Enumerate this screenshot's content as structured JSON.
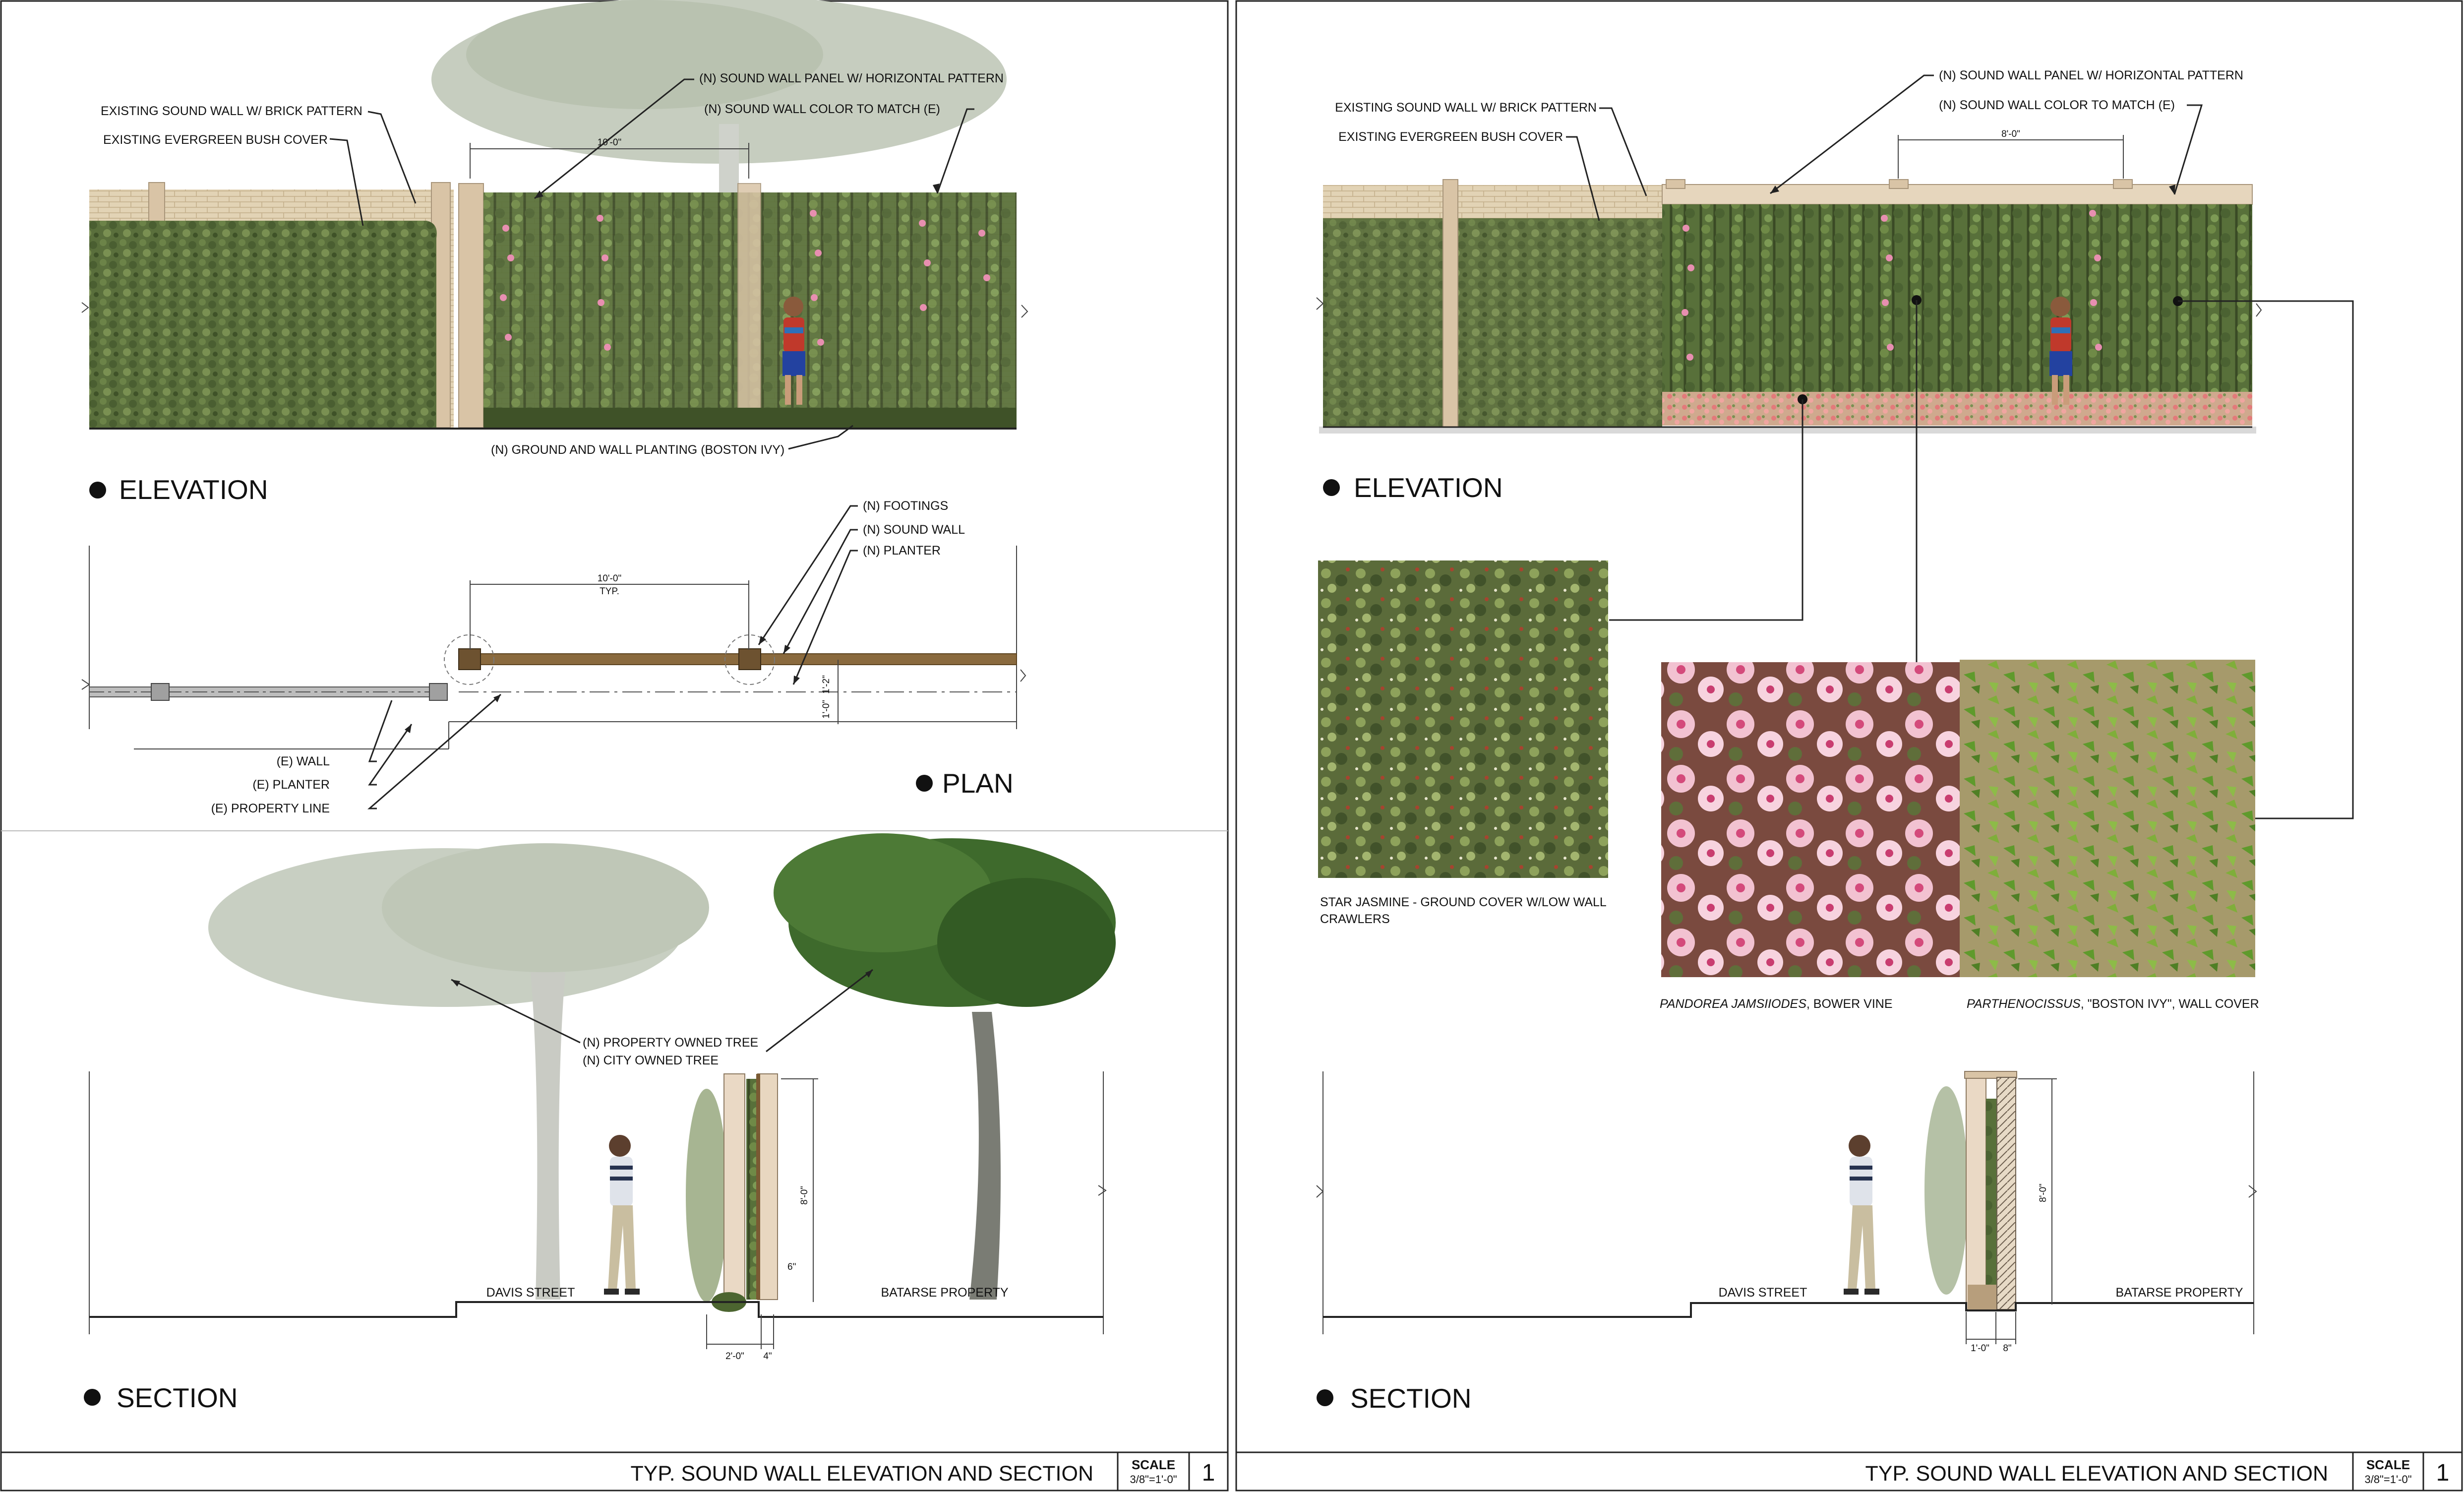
{
  "colors": {
    "foliage": "#5a6f3c",
    "foliage_dark": "#3f5228",
    "brick": "#e2d3b5",
    "brick_line": "#c3ae8a",
    "pilaster": "#d9c4a6",
    "wood_brown": "#7a5a33",
    "flower_pink": "#e78fb0",
    "tree_fade": "#c8cfc2",
    "tree_green": "#3e6a2c"
  },
  "left_sheet": {
    "elevation": {
      "heading": "ELEVATION",
      "labels": {
        "existing_wall": "EXISTING SOUND WALL W/ BRICK PATTERN",
        "existing_bush": "EXISTING EVERGREEN BUSH COVER",
        "new_panel": "(N) SOUND WALL PANEL W/ HORIZONTAL PATTERN",
        "new_color": "(N) SOUND WALL COLOR TO MATCH (E)",
        "ground_planting": "(N) GROUND AND WALL PLANTING (BOSTON IVY)"
      },
      "dimension": "10'-0\""
    },
    "plan": {
      "heading": "PLAN",
      "labels": {
        "footings": "(N) FOOTINGS",
        "sound_wall": "(N) SOUND WALL",
        "planter": "(N) PLANTER",
        "e_wall": "(E) WALL",
        "e_planter": "(E) PLANTER",
        "e_property_line": "(E) PROPERTY LINE"
      },
      "dim_spacing": "10'-0\"",
      "dim_spacing_note": "TYP.",
      "dim_a": "1'-2\"",
      "dim_b": "1'-0\""
    },
    "section": {
      "heading": "SECTION",
      "labels": {
        "property_tree": "(N) PROPERTY OWNED TREE",
        "city_tree": "(N) CITY OWNED TREE",
        "street": "DAVIS STREET",
        "property": "BATARSE PROPERTY"
      },
      "dim_height": "8'-0\"",
      "dim_6": "6\"",
      "dim_2": "2'-0\"",
      "dim_4": "4\""
    },
    "title_block": {
      "title": "TYP. SOUND WALL ELEVATION AND SECTION",
      "scale_label": "SCALE",
      "scale_value": "3/8\"=1'-0\"",
      "sheet_number": "1"
    }
  },
  "right_sheet": {
    "elevation": {
      "heading": "ELEVATION",
      "labels": {
        "existing_wall": "EXISTING SOUND WALL W/ BRICK PATTERN",
        "existing_bush": "EXISTING EVERGREEN BUSH COVER",
        "new_panel": "(N) SOUND WALL PANEL W/ HORIZONTAL PATTERN",
        "new_color": "(N) SOUND WALL COLOR TO MATCH (E)"
      },
      "dimension": "8'-0\""
    },
    "plants": [
      {
        "caption_line1": "STAR JASMINE - GROUND COVER W/LOW WALL",
        "caption_line2": "CRAWLERS"
      },
      {
        "caption_italic": "PANDOREA JAMSIIODES",
        "caption_rest": ", BOWER VINE"
      },
      {
        "caption_italic": "PARTHENOCISSUS",
        "caption_rest": ", \"BOSTON IVY\", WALL COVER"
      }
    ],
    "section": {
      "heading": "SECTION",
      "labels": {
        "street": "DAVIS STREET",
        "property": "BATARSE PROPERTY"
      },
      "dim_height": "8'-0\"",
      "dim_1": "1'-0\"",
      "dim_8": "8\""
    },
    "title_block": {
      "title": "TYP. SOUND WALL ELEVATION AND SECTION",
      "scale_label": "SCALE",
      "scale_value": "3/8\"=1'-0\"",
      "sheet_number": "1"
    }
  }
}
